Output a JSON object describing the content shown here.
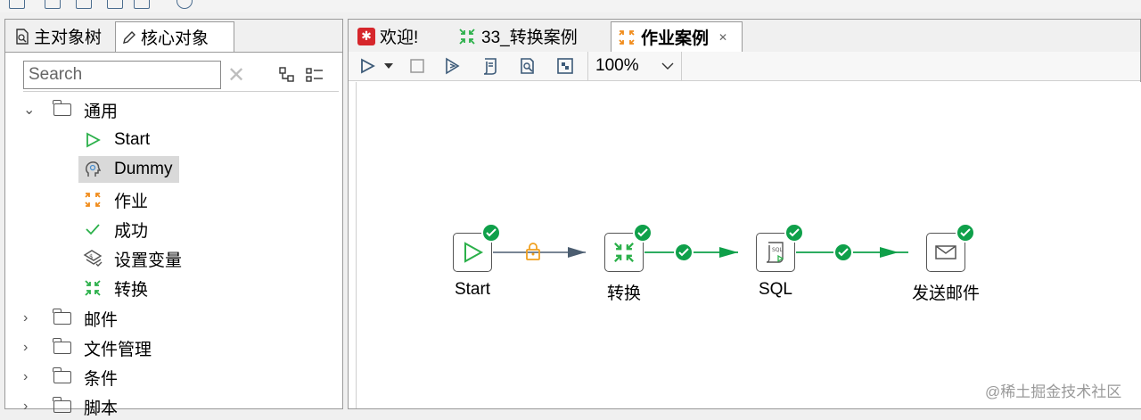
{
  "left_panel": {
    "tabs": [
      {
        "label": "主对象树",
        "icon": "tree-doc-icon"
      },
      {
        "label": "核心对象",
        "icon": "pencil-icon"
      }
    ],
    "search": {
      "placeholder": "Search",
      "value": ""
    },
    "tree": [
      {
        "label": "通用",
        "type": "folder",
        "expanded": true
      },
      {
        "label": "Start",
        "type": "item",
        "icon": "start-triangle-icon"
      },
      {
        "label": "Dummy",
        "type": "item",
        "icon": "dummy-head-icon",
        "selected": true
      },
      {
        "label": "作业",
        "type": "item",
        "icon": "job-arrows-icon"
      },
      {
        "label": "成功",
        "type": "item",
        "icon": "success-check-icon"
      },
      {
        "label": "设置变量",
        "type": "item",
        "icon": "set-variable-icon"
      },
      {
        "label": "转换",
        "type": "item",
        "icon": "transform-icon"
      },
      {
        "label": "邮件",
        "type": "folder",
        "expanded": false
      },
      {
        "label": "文件管理",
        "type": "folder",
        "expanded": false
      },
      {
        "label": "条件",
        "type": "folder",
        "expanded": false
      },
      {
        "label": "脚本",
        "type": "folder",
        "expanded": false
      }
    ]
  },
  "editor": {
    "tabs": [
      {
        "label": "欢迎!",
        "icon": "kettle-logo-icon",
        "active": false
      },
      {
        "label": "33_转换案例",
        "icon": "transform-icon",
        "active": false
      },
      {
        "label": "作业案例",
        "icon": "job-arrows-icon",
        "active": true
      }
    ],
    "zoom": "100%",
    "nodes": [
      {
        "label": "Start",
        "icon": "start-triangle-icon"
      },
      {
        "label": "转换",
        "icon": "transform-icon"
      },
      {
        "label": "SQL",
        "icon": "sql-script-icon"
      },
      {
        "label": "发送邮件",
        "icon": "mail-icon"
      }
    ],
    "hops": [
      {
        "from": "Start",
        "to": "转换",
        "status": "unconditional",
        "icon": "lock-icon"
      },
      {
        "from": "转换",
        "to": "SQL",
        "status": "success",
        "icon": "check-icon"
      },
      {
        "from": "SQL",
        "to": "发送邮件",
        "status": "success",
        "icon": "check-icon"
      }
    ]
  },
  "colors": {
    "success": "#0fa04a",
    "hop_default": "#4b5d70",
    "lock": "#f0a020"
  },
  "watermark": "@稀土掘金技术社区"
}
